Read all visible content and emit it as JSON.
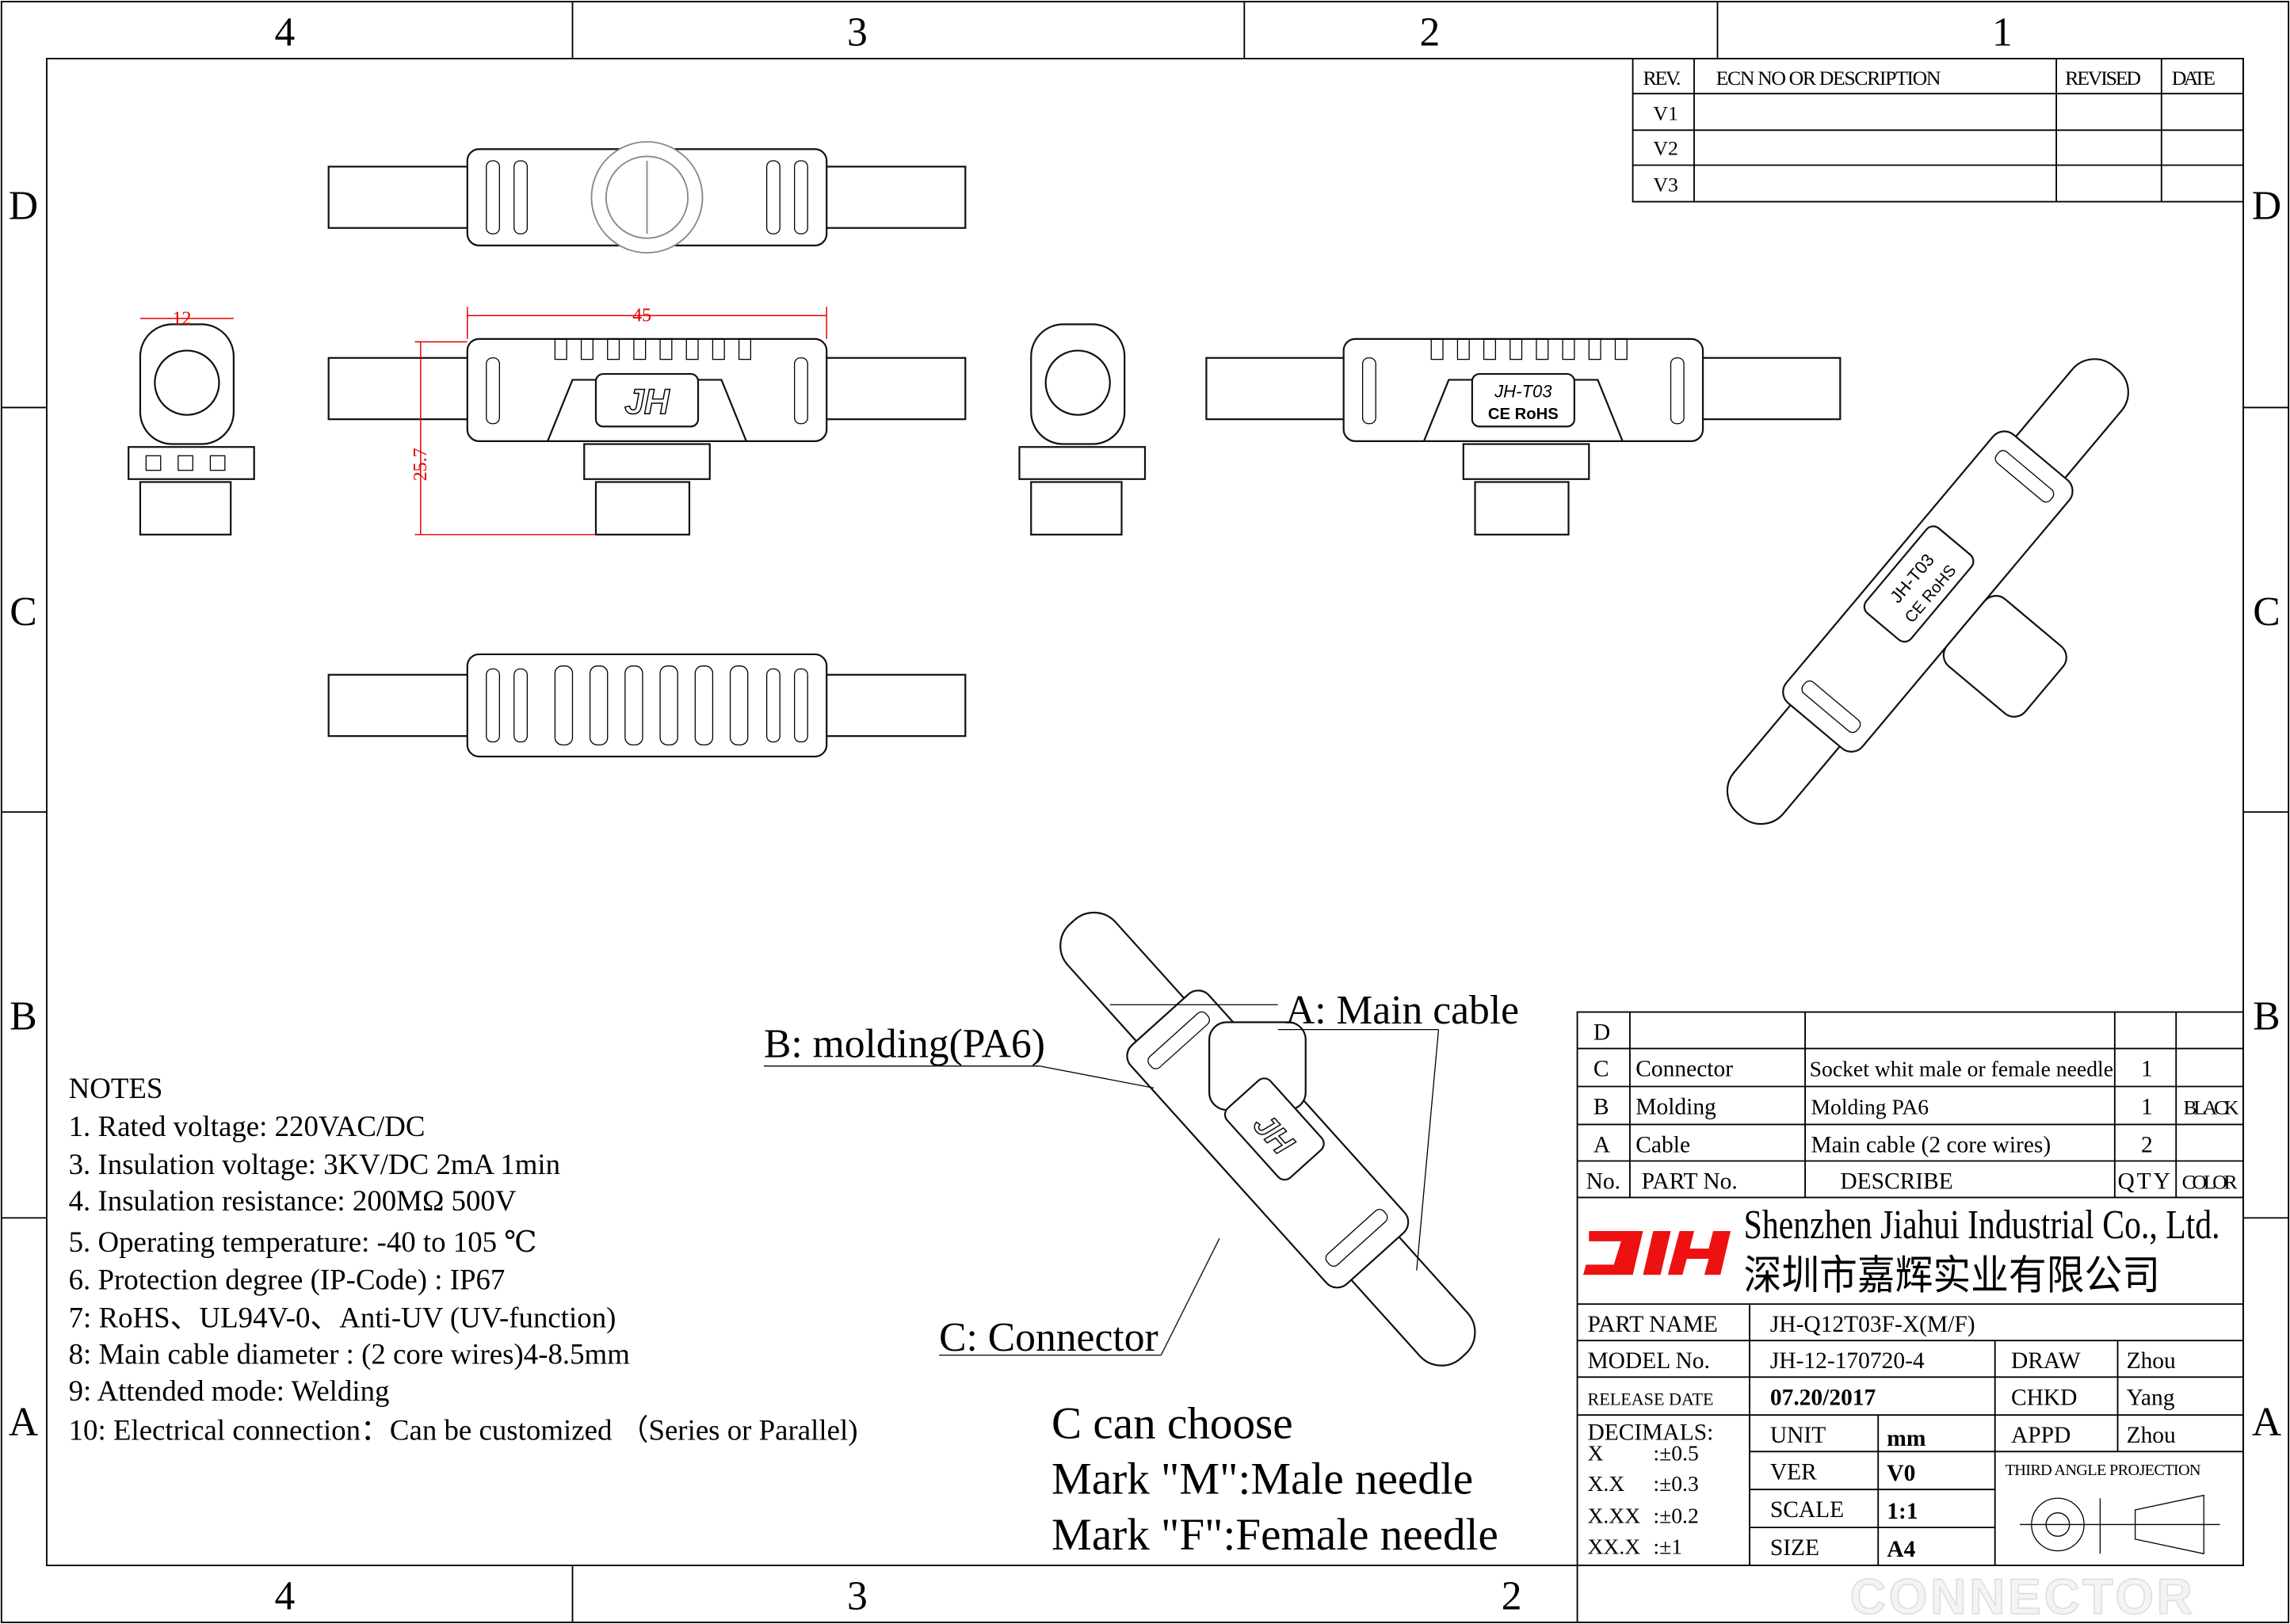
{
  "frame": {
    "top_zones": [
      "4",
      "3",
      "2",
      "1"
    ],
    "bottom_zones": [
      "4",
      "3",
      "2"
    ],
    "left_zones": [
      "D",
      "C",
      "B",
      "A"
    ],
    "right_zones": [
      "D",
      "C",
      "B",
      "A"
    ]
  },
  "revision_table": {
    "headers": [
      "REV.",
      "ECN NO OR DESCRIPTION",
      "REVISED",
      "DATE"
    ],
    "rows": [
      [
        "V1",
        "",
        "",
        ""
      ],
      [
        "V2",
        "",
        "",
        ""
      ],
      [
        "V3",
        "",
        "",
        ""
      ]
    ]
  },
  "dimensions": {
    "width_end": "12",
    "length": "45",
    "height": "25.7"
  },
  "product_marks": {
    "logo": "JH",
    "model": "JH-T03",
    "cert": "CE RoHS"
  },
  "callouts": {
    "a": "A: Main cable",
    "b": "B: molding(PA6)",
    "c": "C: Connector"
  },
  "choose_note": [
    "C can choose",
    "Mark \"M\":Male needle",
    "Mark \"F\":Female needle"
  ],
  "notes": {
    "title": "NOTES",
    "items": [
      "1. Rated voltage: 220VAC/DC",
      "3. Insulation voltage: 3KV/DC 2mA 1min",
      "4. Insulation resistance: 200MΩ 500V",
      "5. Operating temperature: -40 to 105 ℃",
      "6. Protection degree (IP-Code) : IP67",
      "7: RoHS、UL94V-0、Anti-UV (UV-function)",
      "8: Main cable diameter : (2 core wires)4-8.5mm",
      "9: Attended mode:  Welding",
      "10: Electrical connection：Can be customized  （Series or Parallel)"
    ]
  },
  "bom": {
    "rows": [
      {
        "no": "D",
        "part": "",
        "describe": "",
        "qty": "",
        "color": ""
      },
      {
        "no": "C",
        "part": "Connector",
        "describe": "Socket whit  male or female needle",
        "qty": "1",
        "color": ""
      },
      {
        "no": "B",
        "part": "Molding",
        "describe": "Molding PA6",
        "qty": "1",
        "color": "BLACK"
      },
      {
        "no": "A",
        "part": "Cable",
        "describe": "Main cable (2 core wires)",
        "qty": "2",
        "color": ""
      }
    ],
    "headers": {
      "no": "No.",
      "part": "PART No.",
      "describe": "DESCRIBE",
      "qty": "QTY",
      "color": "COLOR"
    }
  },
  "company": {
    "logo": "JH",
    "name_en": "Shenzhen Jiahui Industrial Co., Ltd.",
    "name_cn": "深圳市嘉辉实业有限公司",
    "logo_color": "#ee1111"
  },
  "title_block": {
    "part_name_label": "PART NAME",
    "part_name": "JH-Q12T03F-X(M/F)",
    "model_label": "MODEL No.",
    "model": "JH-12-170720-4",
    "release_label": "RELEASE DATE",
    "release": "07.20/2017",
    "draw_label": "DRAW",
    "draw": "Zhou",
    "chkd_label": "CHKD",
    "chkd": "Yang",
    "appd_label": "APPD",
    "appd": "Zhou",
    "decimals_label": "DECIMALS:",
    "decimals": [
      [
        "X",
        ":±0.5"
      ],
      [
        "X.X",
        ":±0.3"
      ],
      [
        "X.XX",
        ":±0.2"
      ],
      [
        "XX.X",
        ":±1"
      ]
    ],
    "unit_label": "UNIT",
    "unit": "mm",
    "ver_label": "VER",
    "ver": "V0",
    "scale_label": "SCALE",
    "scale": "1:1",
    "size_label": "SIZE",
    "size": "A4",
    "projection_label": "THIRD ANGLE PROJECTION"
  },
  "watermark": "CONNECTOR"
}
